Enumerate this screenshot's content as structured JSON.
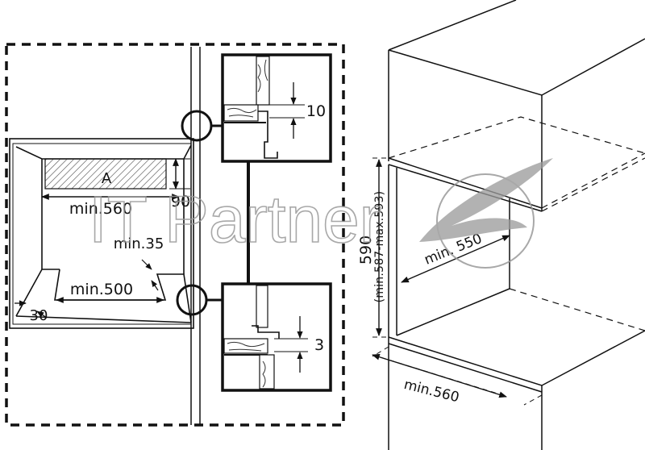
{
  "niche": {
    "label_area": "A",
    "dim_width": "min.560",
    "dim_depth": "90",
    "dim_vent": "min.35",
    "dim_opening": "min.500",
    "dim_front": "30"
  },
  "details": {
    "top_gap": "10",
    "bottom_gap": "3"
  },
  "cabinet": {
    "dim_height": "590",
    "dim_height_range": "(min.587-max.593)",
    "dim_depth": "min. 550",
    "dim_width": "min.560"
  },
  "watermark": {
    "text": "IT Partner"
  },
  "colors": {
    "line": "#111111",
    "hatch": "#444444",
    "watermark": "#9a9a9a"
  }
}
